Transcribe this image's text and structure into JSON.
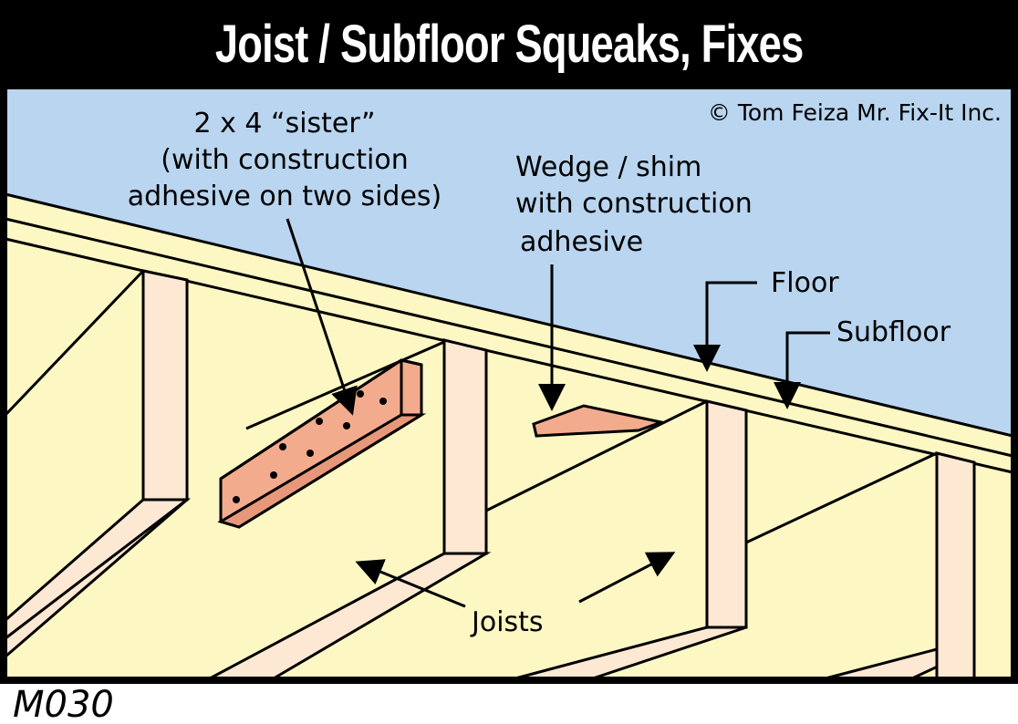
{
  "title": "Joist / Subfloor Squeaks, Fixes",
  "copyright": "© Tom Feiza Mr. Fix-It Inc.",
  "labels": {
    "sister_line1": "2 x 4 “sister”",
    "sister_line2": "(with construction",
    "sister_line3": "adhesive on two sides)",
    "wedge_line1": "Wedge / shim",
    "wedge_line2": "with construction",
    "wedge_line3": "adhesive",
    "floor": "Floor",
    "subfloor": "Subfloor",
    "joists": "Joists"
  },
  "code": "M030",
  "colors": {
    "sky": "#b9d5ef",
    "wood": "#fdf7c3",
    "joist_face": "#fde8d3",
    "sister": "#f3ab8e",
    "frame": "#000000"
  }
}
